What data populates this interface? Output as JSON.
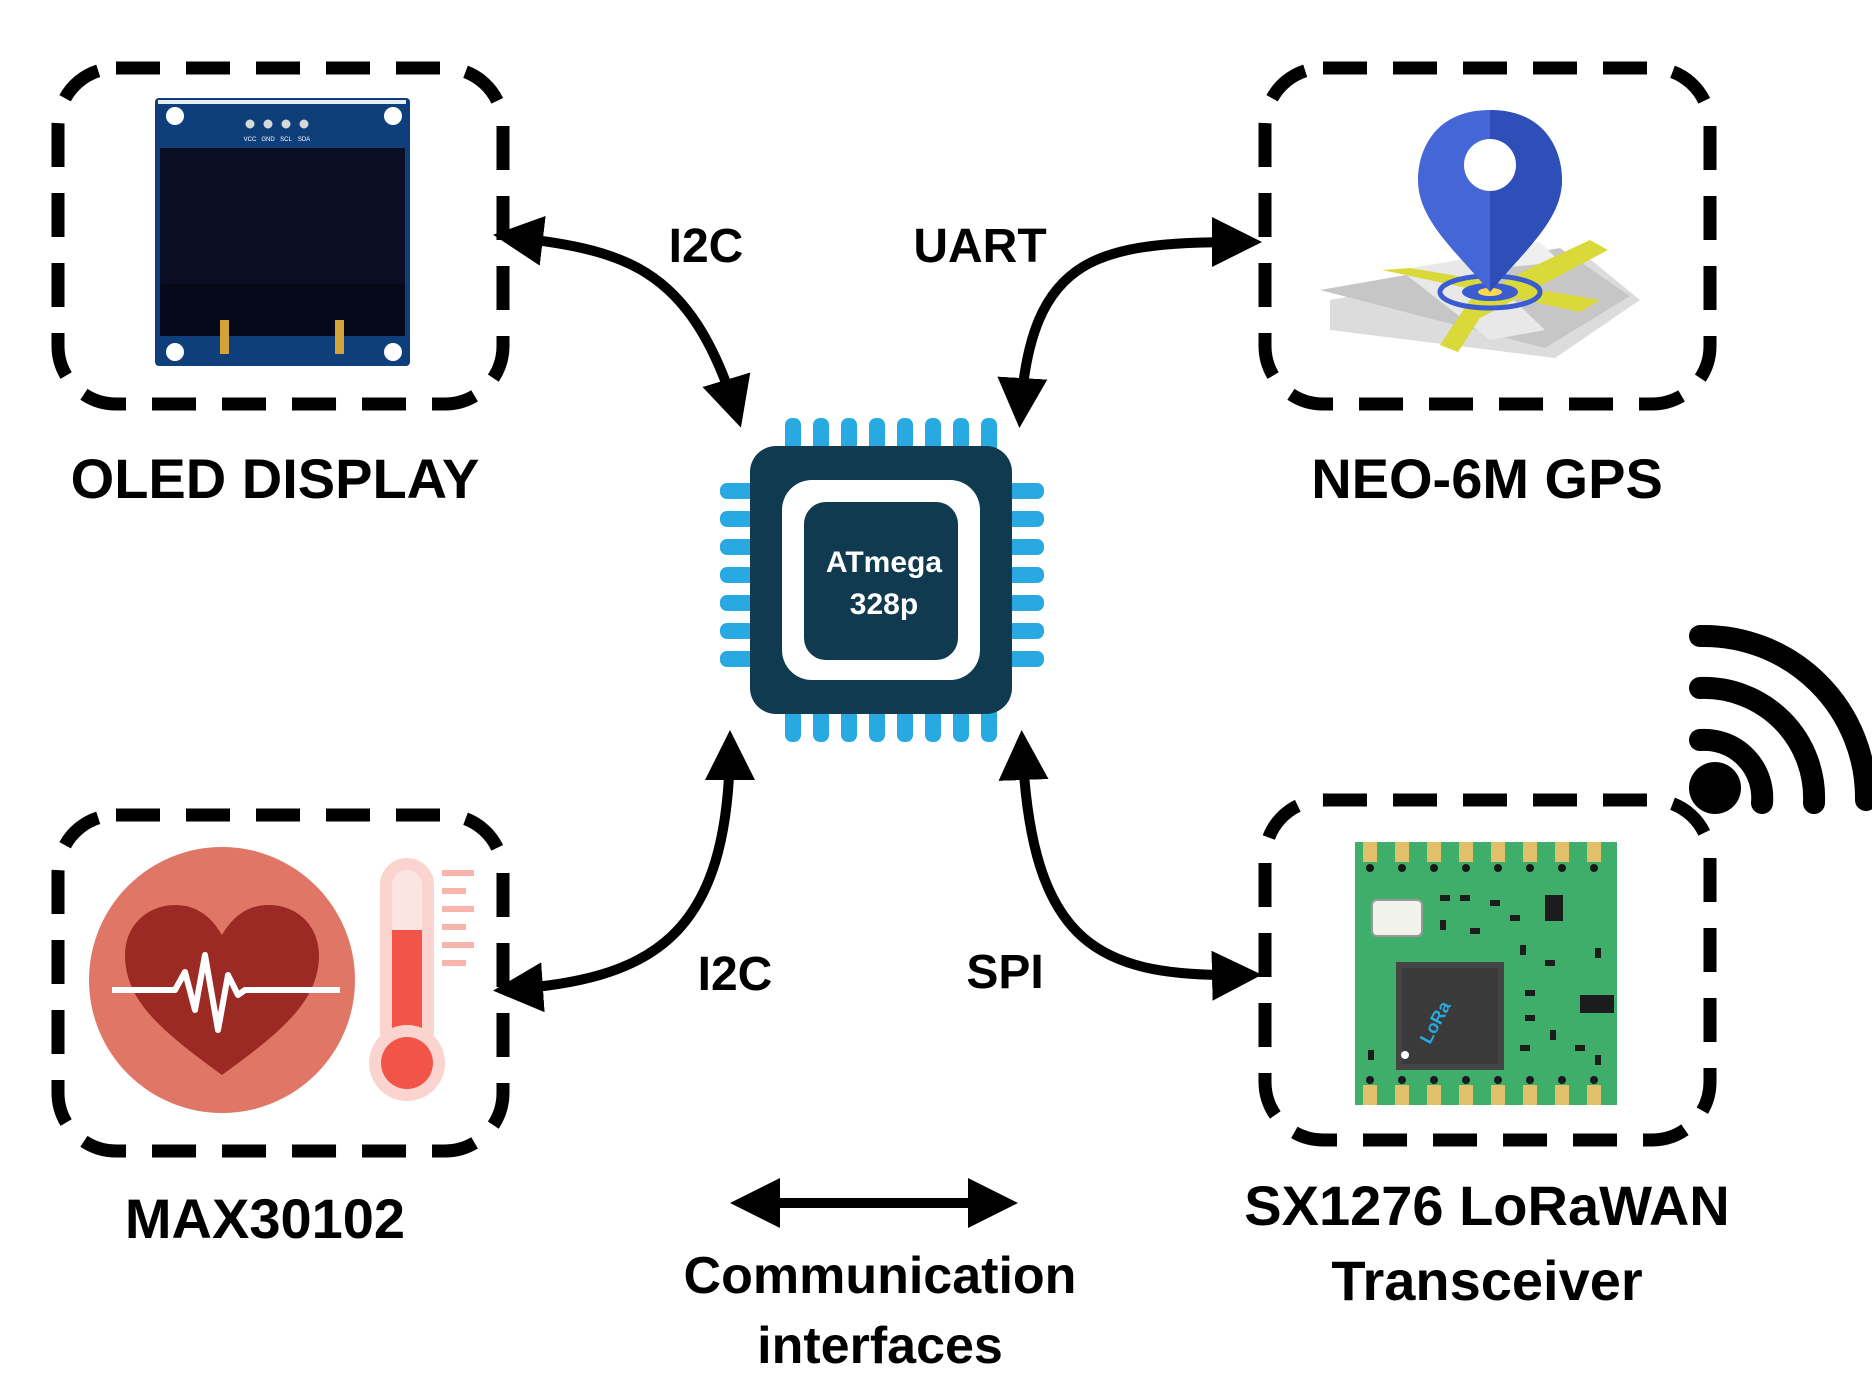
{
  "mcu": {
    "line1": "ATmega",
    "line2": "328p"
  },
  "modules": {
    "oled": {
      "title": "OLED DISPLAY",
      "pins": [
        "VCC",
        "GND",
        "SCL",
        "SDA"
      ]
    },
    "gps": {
      "title": "NEO-6M GPS"
    },
    "max": {
      "title": "MAX30102"
    },
    "lora": {
      "title_line1": "SX1276 LoRaWAN",
      "title_line2": "Transceiver",
      "chip_logo": "LoRa"
    }
  },
  "links": {
    "oled": "I2C",
    "gps": "UART",
    "max": "I2C",
    "lora": "SPI"
  },
  "legend": {
    "line1": "Communication",
    "line2": "interfaces"
  },
  "colors": {
    "ink": "#000000",
    "chip_body": "#0f3a4f",
    "chip_pins": "#29a9e1",
    "oled_board": "#0f3f7a",
    "oled_screen": "#0a0f26",
    "gps_pin": "#4466d6",
    "gps_road": "#d9d93a",
    "heart_bg": "#e07666",
    "heart": "#9c2a24",
    "thermo": "#f25548",
    "lora_pcb": "#3fae6a"
  }
}
